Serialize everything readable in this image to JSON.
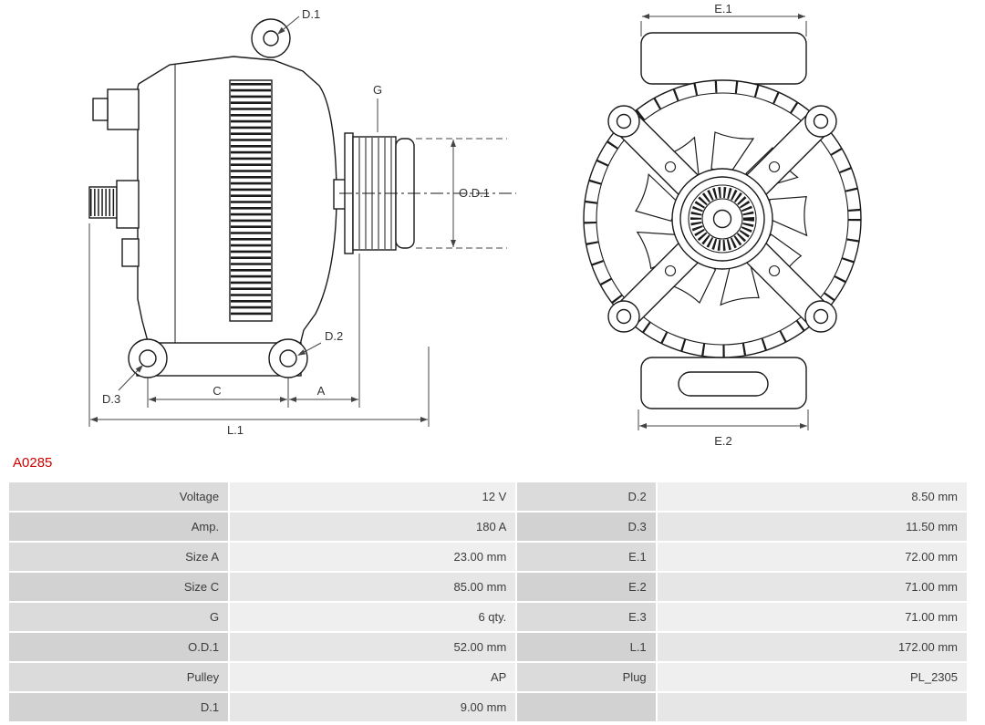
{
  "part_number": "A0285",
  "colors": {
    "part_number_red": "#cc0000",
    "drawing_stroke": "#1a1a1a",
    "table_label_bg_odd": "#dbdbdb",
    "table_value_bg_odd": "#efefef",
    "table_label_bg_even": "#d2d2d2",
    "table_value_bg_even": "#e6e6e6"
  },
  "drawing": {
    "side_view": {
      "d1": "D.1",
      "g": "G",
      "od1": "O.D.1",
      "d2": "D.2",
      "d3": "D.3",
      "c": "C",
      "a": "A",
      "l1": "L.1"
    },
    "front_view": {
      "e1": "E.1",
      "e2": "E.2"
    }
  },
  "table": {
    "rows": [
      {
        "label_left": "Voltage",
        "value_left": "12 V",
        "label_right": "D.2",
        "value_right": "8.50 mm"
      },
      {
        "label_left": "Amp.",
        "value_left": "180 A",
        "label_right": "D.3",
        "value_right": "11.50 mm"
      },
      {
        "label_left": "Size A",
        "value_left": "23.00 mm",
        "label_right": "E.1",
        "value_right": "72.00 mm"
      },
      {
        "label_left": "Size C",
        "value_left": "85.00 mm",
        "label_right": "E.2",
        "value_right": "71.00 mm"
      },
      {
        "label_left": "G",
        "value_left": "6 qty.",
        "label_right": "E.3",
        "value_right": "71.00 mm"
      },
      {
        "label_left": "O.D.1",
        "value_left": "52.00 mm",
        "label_right": "L.1",
        "value_right": "172.00 mm"
      },
      {
        "label_left": "Pulley",
        "value_left": "AP",
        "label_right": "Plug",
        "value_right": "PL_2305"
      },
      {
        "label_left": "D.1",
        "value_left": "9.00 mm",
        "label_right": "",
        "value_right": ""
      }
    ]
  }
}
